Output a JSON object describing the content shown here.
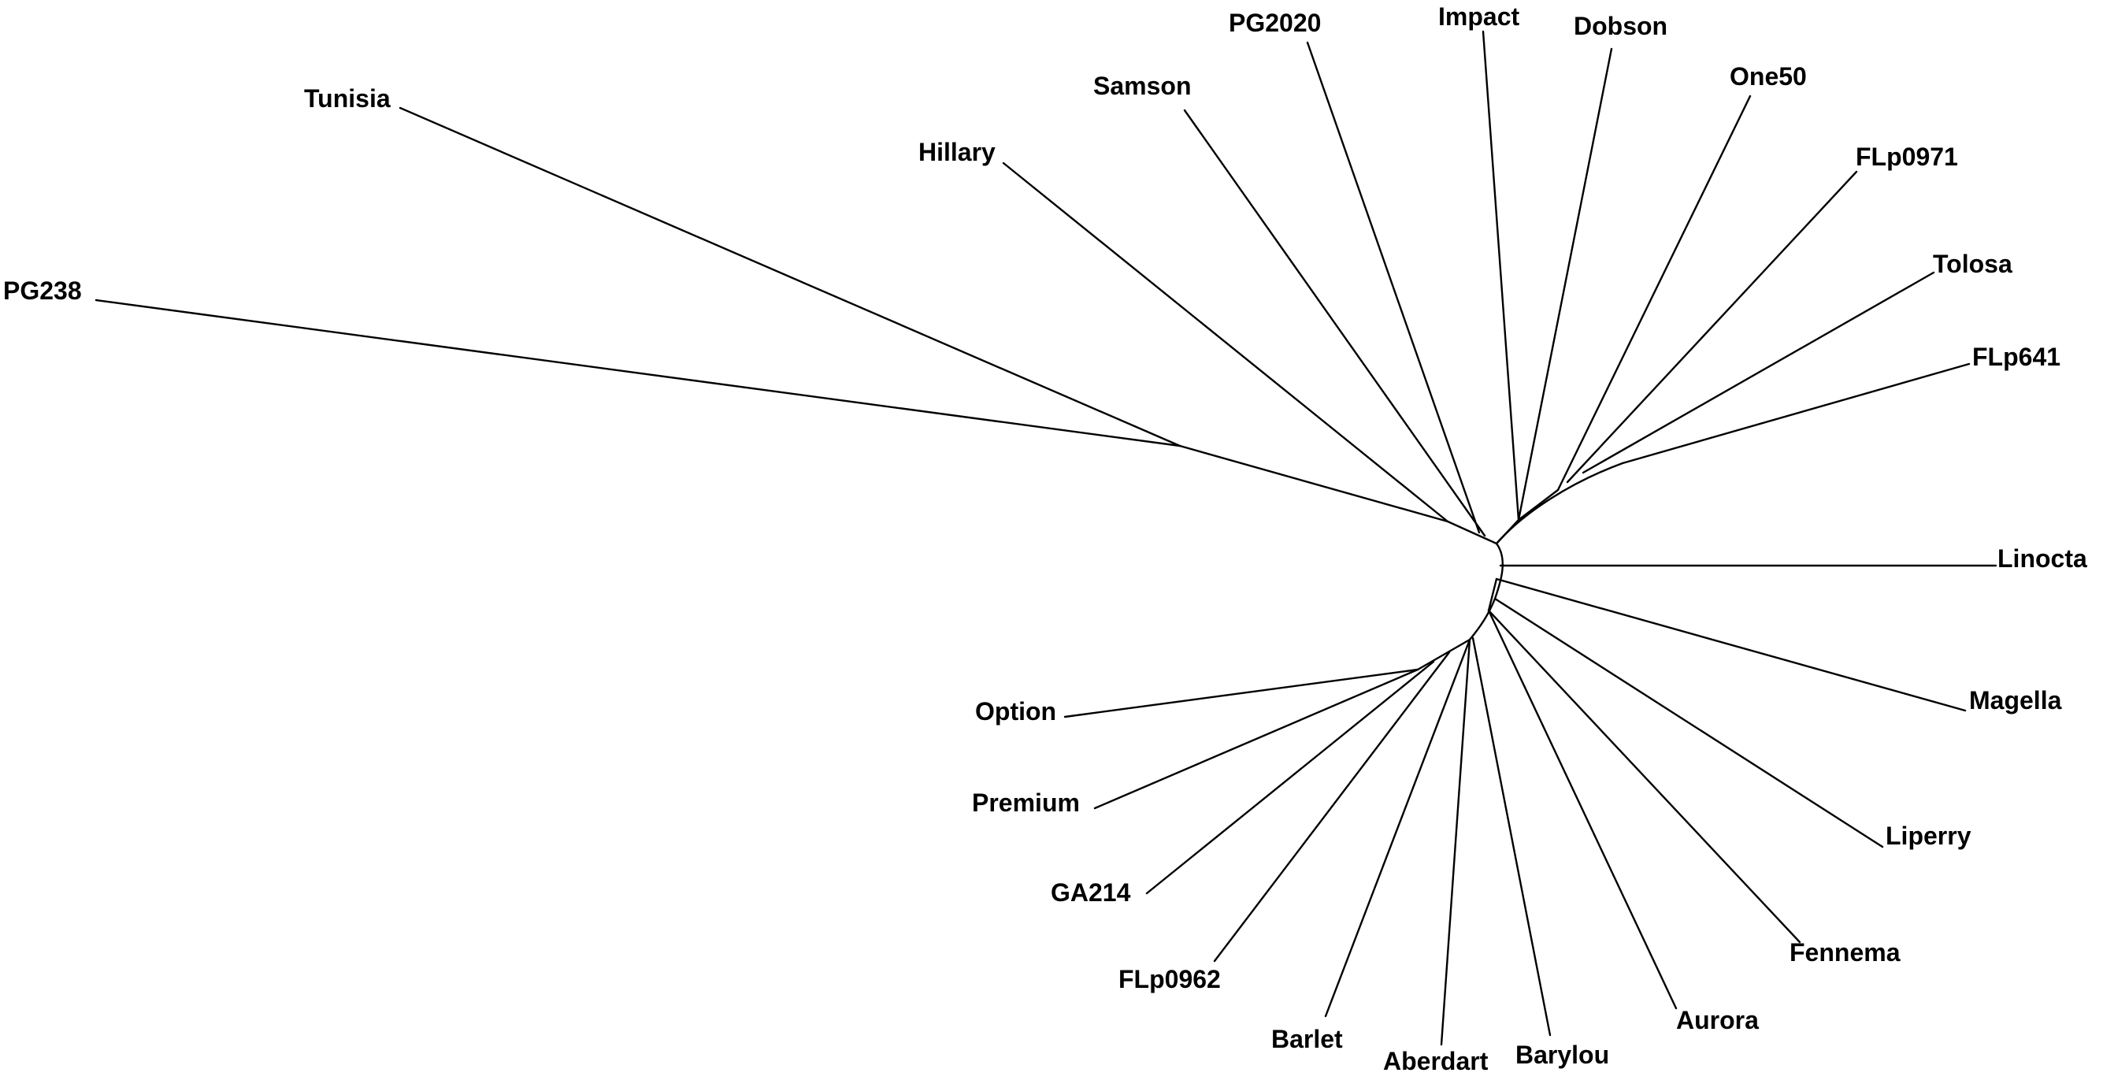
{
  "diagram": {
    "type": "unrooted-tree",
    "line_color": "#000000",
    "leaves": [
      "PG2020",
      "Impact",
      "Dobson",
      "One50",
      "FLp0971",
      "Tolosa",
      "FLp641",
      "Samson",
      "Hillary",
      "Tunisia",
      "PG238",
      "Linocta",
      "Magella",
      "Liperry",
      "Fennema",
      "Aurora",
      "Barylou",
      "Aberdart",
      "Barlet",
      "FLp0962",
      "GA214",
      "Premium",
      "Option"
    ]
  }
}
